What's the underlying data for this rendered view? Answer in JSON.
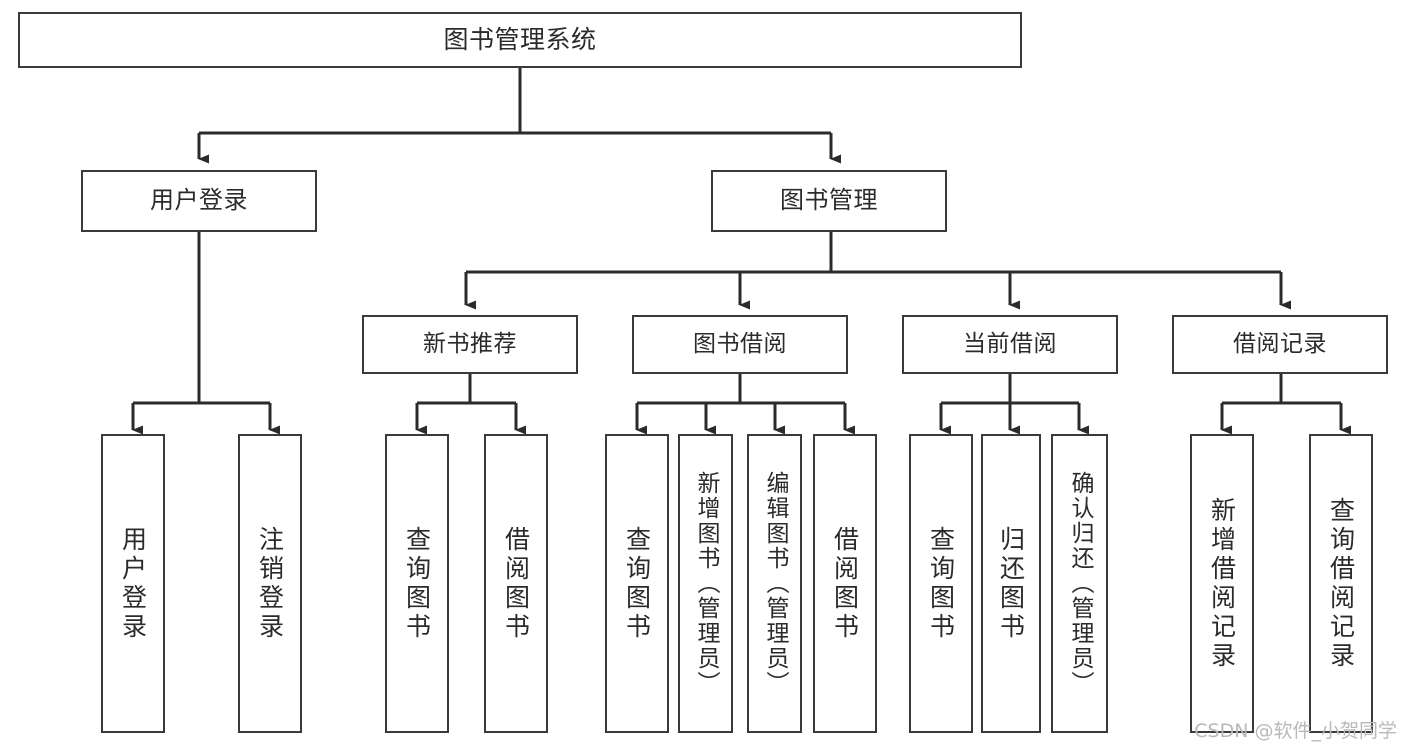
{
  "diagram": {
    "title": "图书管理系统",
    "watermark": "CSDN @软件_小贺同学",
    "colors": {
      "box_stroke": "#3a3a3a",
      "edge_stroke": "#2b2b2b",
      "text": "#2b2b2b",
      "background": "#ffffff",
      "watermark": "#b9b9b9"
    },
    "levels": {
      "root": {
        "label": "图书管理系统"
      },
      "level2": [
        {
          "label": "用户登录"
        },
        {
          "label": "图书管理"
        }
      ],
      "level3": [
        {
          "label": "新书推荐"
        },
        {
          "label": "图书借阅"
        },
        {
          "label": "当前借阅"
        },
        {
          "label": "借阅记录"
        }
      ],
      "leaves": {
        "user_login": [
          {
            "label": "用户登录"
          },
          {
            "label": "注销登录"
          }
        ],
        "new_book_recommend": [
          {
            "label": "查询图书"
          },
          {
            "label": "借阅图书"
          }
        ],
        "book_borrow": [
          {
            "label": "查询图书"
          },
          {
            "label": "新增图书（管理员）"
          },
          {
            "label": "编辑图书（管理员）"
          },
          {
            "label": "借阅图书"
          }
        ],
        "current_borrow": [
          {
            "label": "查询图书"
          },
          {
            "label": "归还图书"
          },
          {
            "label": "确认归还（管理员）"
          }
        ],
        "borrow_record": [
          {
            "label": "新增借阅记录"
          },
          {
            "label": "查询借阅记录"
          }
        ]
      }
    }
  }
}
